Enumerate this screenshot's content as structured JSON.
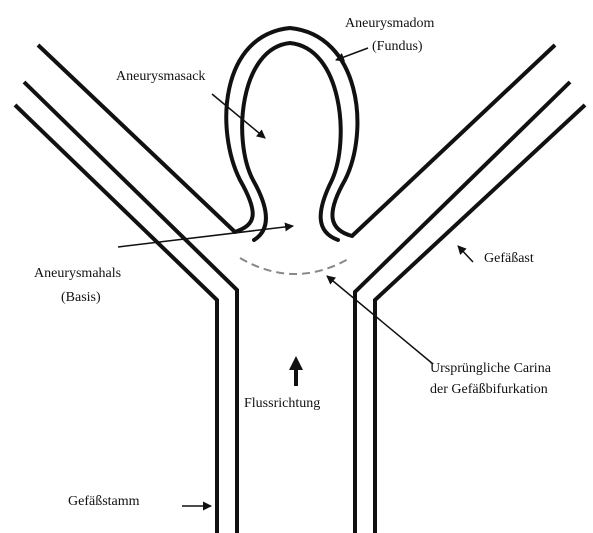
{
  "labels": {
    "aneurysmadom_line1": "Aneurysmadom",
    "aneurysmadom_line2": "(Fundus)",
    "aneurysmasack": "Aneurysmasack",
    "aneurysmahals_line1": "Aneurysmahals",
    "aneurysmahals_line2": "(Basis)",
    "gefaessast": "Gefäßast",
    "carina_line1": "Ursprüngliche Carina",
    "carina_line2": "der Gefäßbifurkation",
    "flussrichtung": "Flussrichtung",
    "gefaessstamm": "Gefäßstamm"
  },
  "colors": {
    "ink": "#111111",
    "dashed_carina": "#888888",
    "background": "#ffffff"
  }
}
